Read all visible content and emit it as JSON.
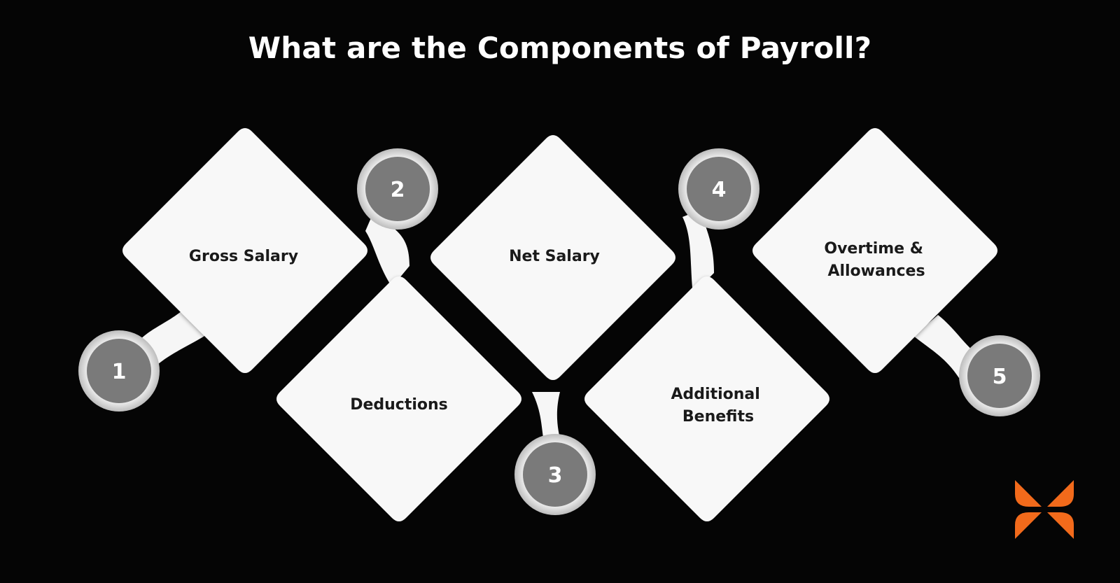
{
  "title": "What are the Components of Payroll?",
  "colors": {
    "background": "#050505",
    "card": "#f8f8f8",
    "badge": "#7a7a7a",
    "logo": "#f26a1b"
  },
  "components": [
    {
      "number": "1",
      "lines": [
        "Gross Salary"
      ]
    },
    {
      "number": "2",
      "lines": [
        "Deductions"
      ]
    },
    {
      "number": "3",
      "lines": [
        "Net Salary"
      ]
    },
    {
      "number": "4",
      "lines": [
        "Additional",
        "Benefits"
      ]
    },
    {
      "number": "5",
      "lines": [
        "Overtime &",
        "Allowances"
      ]
    }
  ],
  "logo": {
    "icon": "butterfly-logo-icon"
  }
}
